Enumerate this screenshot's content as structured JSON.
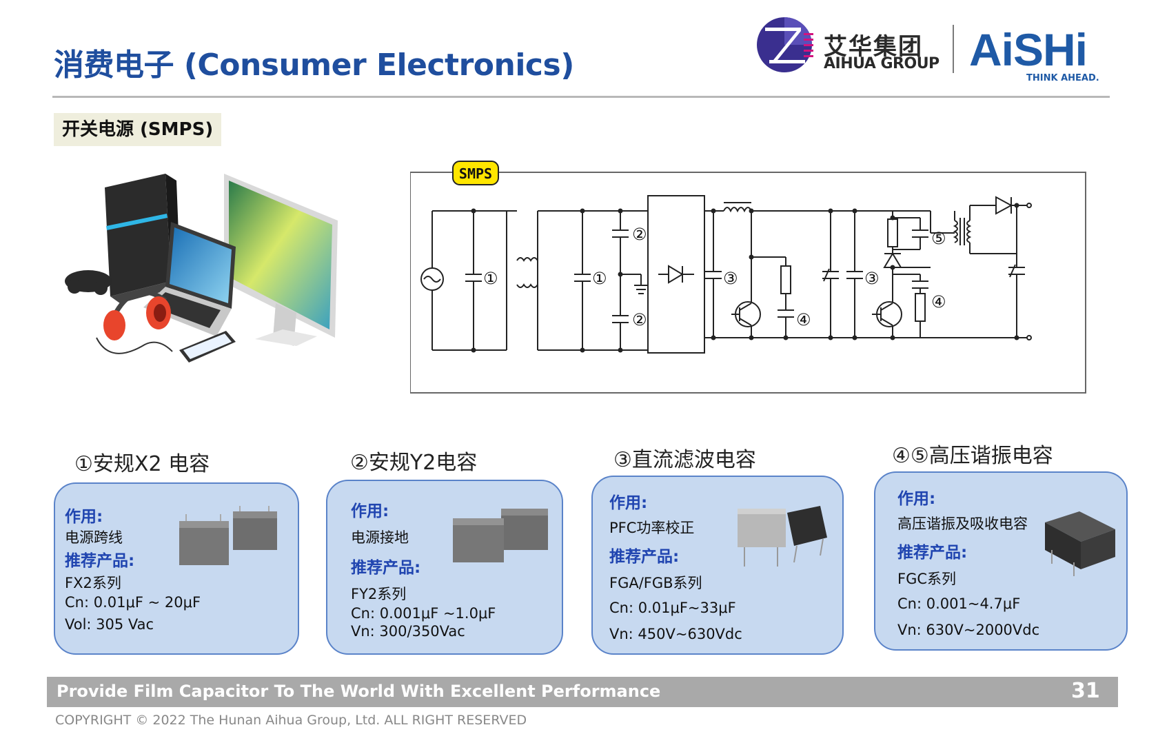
{
  "header": {
    "title": "消费电子 (Consumer Electronics)",
    "logo_aihua_cn": "艾华集团",
    "logo_aihua_en": "AIHUA GROUP",
    "logo_aishi": "AiSHi",
    "logo_aishi_tagline": "THINK AHEAD."
  },
  "section": {
    "tag": "开关电源 (SMPS)"
  },
  "circuit": {
    "badge": "SMPS",
    "markers": [
      "①",
      "②",
      "③",
      "④",
      "⑤"
    ]
  },
  "cards": [
    {
      "heading": "①安规X2 电容",
      "role_label": "作用:",
      "role_value": "电源跨线",
      "product_label": "推荐产品:",
      "series": "FX2系列",
      "spec1": "Cn: 0.01μF ~ 20μF",
      "spec2": "Vol: 305 Vac"
    },
    {
      "heading": "②安规Y2电容",
      "role_label": "作用:",
      "role_value": "电源接地",
      "product_label": "推荐产品:",
      "series": "FY2系列",
      "spec1": "Cn:  0.001μF ~1.0μF",
      "spec2": "Vn:  300/350Vac"
    },
    {
      "heading": "③直流滤波电容",
      "role_label": "作用:",
      "role_value": "PFC功率校正",
      "product_label": "推荐产品:",
      "series": "FGA/FGB系列",
      "spec1": "Cn:  0.01μF~33μF",
      "spec2": "Vn:  450V~630Vdc"
    },
    {
      "heading": "④⑤高压谐振电容",
      "role_label": "作用:",
      "role_value": "高压谐振及吸收电容",
      "product_label": "推荐产品:",
      "series": "FGC系列",
      "spec1": "Cn:  0.001~4.7μF",
      "spec2": "Vn:  630V~2000Vdc"
    }
  ],
  "footer": {
    "slogan": "Provide Film Capacitor To The World With Excellent Performance",
    "page_number": "31",
    "copyright": "COPYRIGHT © 2022 The Hunan Aihua Group, Ltd. ALL RIGHT RESERVED"
  },
  "colors": {
    "title_blue": "#1f4e9e",
    "card_fill": "#c7d9f0",
    "card_border": "#5a83c9",
    "label_blue": "#2045b0",
    "footer_gray": "#a9a9a9",
    "badge_yellow": "#ffe600"
  }
}
